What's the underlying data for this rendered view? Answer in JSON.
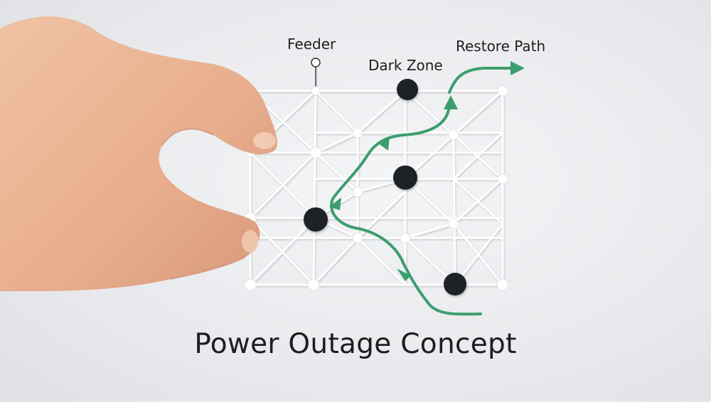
{
  "diagram": {
    "labels": {
      "feeder": "Feeder",
      "dark_zone": "Dark Zone",
      "restore_path": "Restore Path"
    },
    "title": "Power Outage Concept",
    "side_id": "1671623816",
    "colors": {
      "restore_path": "#3c9e6e",
      "outage_node": "#1e2226",
      "grid_line": "#ffffff"
    },
    "icons": [
      "feeder-pin-icon",
      "arrow-head-icon"
    ]
  }
}
